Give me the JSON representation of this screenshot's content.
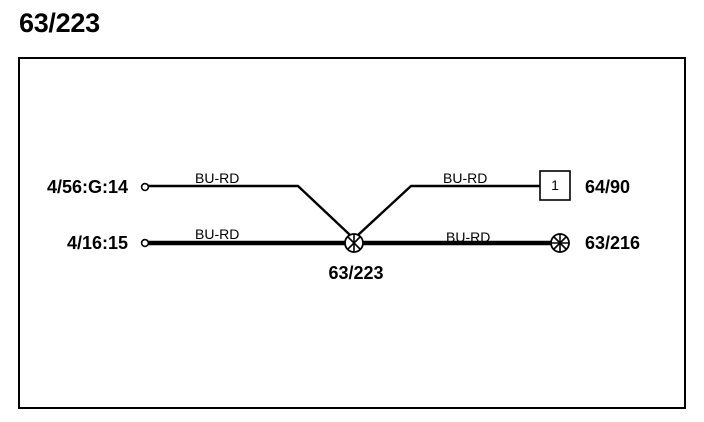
{
  "title": "63/223",
  "colors": {
    "line": "#000000",
    "background": "#ffffff"
  },
  "terminals": {
    "left_top": {
      "label": "4/56:G:14",
      "symbol": "open-circle"
    },
    "left_bottom": {
      "label": "4/16:15",
      "symbol": "open-circle"
    },
    "right_top": {
      "label": "64/90",
      "symbol": "connector-box",
      "pin": "1"
    },
    "right_bottom": {
      "label": "63/216",
      "symbol": "splice-circle-x"
    }
  },
  "splice": {
    "label": "63/223",
    "symbol": "splice-circle-x"
  },
  "wires": [
    {
      "id": "upper-left",
      "color_code": "BU-RD",
      "gauge": "thin"
    },
    {
      "id": "upper-right",
      "color_code": "BU-RD",
      "gauge": "thin"
    },
    {
      "id": "lower-left",
      "color_code": "BU-RD",
      "gauge": "thick"
    },
    {
      "id": "lower-right",
      "color_code": "BU-RD",
      "gauge": "thick"
    }
  ]
}
